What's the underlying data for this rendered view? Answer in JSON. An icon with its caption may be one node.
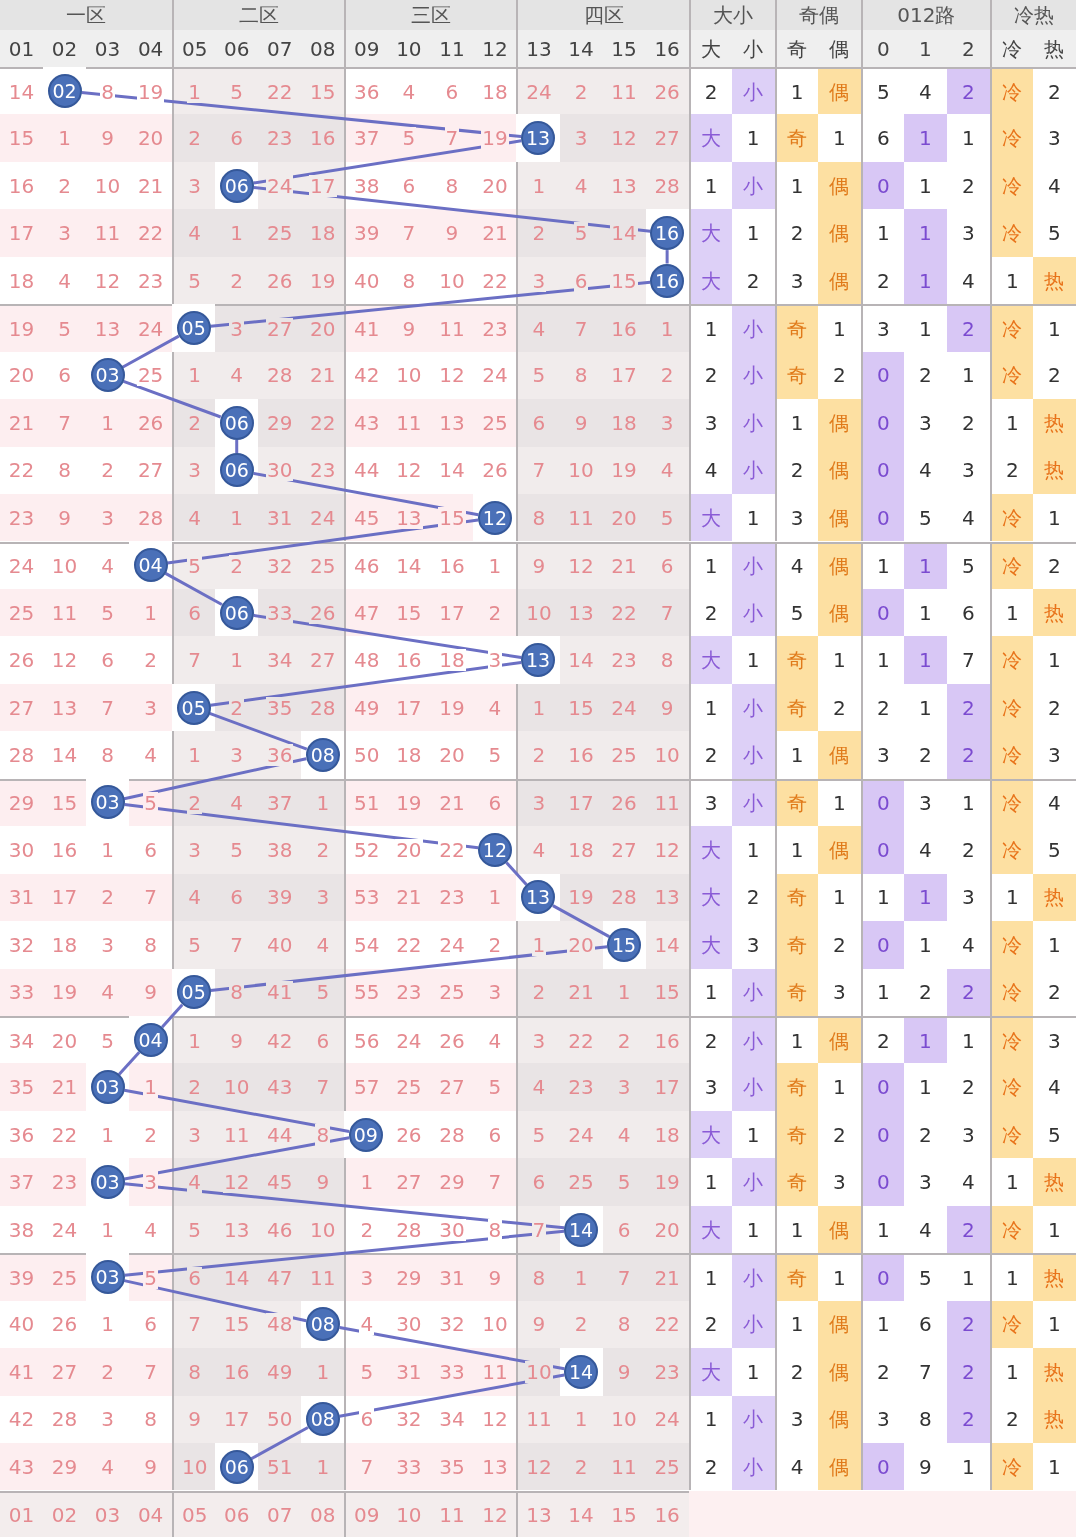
{
  "diagram": {
    "nodes": [
      {
        "text": [
          "02"
        ]
      },
      {
        "text": [
          "13"
        ]
      },
      {
        "text": [
          "06"
        ]
      },
      {
        "text": [
          "16"
        ]
      },
      {
        "text": [
          "16"
        ]
      },
      {
        "text": [
          "05"
        ]
      },
      {
        "text": [
          "03"
        ]
      },
      {
        "text": [
          "06"
        ]
      },
      {
        "text": [
          "06"
        ]
      },
      {
        "text": [
          "12"
        ]
      },
      {
        "text": [
          "04"
        ]
      },
      {
        "text": [
          "06"
        ]
      },
      {
        "text": [
          "13"
        ]
      },
      {
        "text": [
          "05"
        ]
      },
      {
        "text": [
          "08"
        ]
      },
      {
        "text": [
          "03"
        ]
      },
      {
        "text": [
          "12"
        ]
      },
      {
        "text": [
          "13"
        ]
      },
      {
        "text": [
          "15"
        ]
      },
      {
        "text": [
          "05"
        ]
      },
      {
        "text": [
          "04"
        ]
      },
      {
        "text": [
          "03"
        ]
      },
      {
        "text": [
          "09"
        ]
      },
      {
        "text": [
          "03"
        ]
      },
      {
        "text": [
          "14"
        ]
      },
      {
        "text": [
          "03"
        ]
      },
      {
        "text": [
          "08"
        ]
      },
      {
        "text": [
          "14"
        ]
      },
      {
        "text": [
          "08"
        ]
      },
      {
        "text": [
          "06"
        ]
      }
    ],
    "edges": [
      {
        "from": 0,
        "to": 1,
        "arrow": "none"
      },
      {
        "from": 1,
        "to": 2,
        "arrow": "none"
      },
      {
        "from": 2,
        "to": 3,
        "arrow": "none"
      },
      {
        "from": 3,
        "to": 4,
        "arrow": "none"
      },
      {
        "from": 4,
        "to": 5,
        "arrow": "none"
      },
      {
        "from": 5,
        "to": 6,
        "arrow": "none"
      },
      {
        "from": 6,
        "to": 7,
        "arrow": "none"
      },
      {
        "from": 7,
        "to": 8,
        "arrow": "none"
      },
      {
        "from": 8,
        "to": 9,
        "arrow": "none"
      },
      {
        "from": 9,
        "to": 10,
        "arrow": "none"
      },
      {
        "from": 10,
        "to": 11,
        "arrow": "none"
      },
      {
        "from": 11,
        "to": 12,
        "arrow": "none"
      },
      {
        "from": 12,
        "to": 13,
        "arrow": "none"
      },
      {
        "from": 13,
        "to": 14,
        "arrow": "none"
      },
      {
        "from": 14,
        "to": 15,
        "arrow": "none"
      },
      {
        "from": 15,
        "to": 16,
        "arrow": "none"
      },
      {
        "from": 16,
        "to": 17,
        "arrow": "none"
      },
      {
        "from": 17,
        "to": 18,
        "arrow": "none"
      },
      {
        "from": 18,
        "to": 19,
        "arrow": "none"
      },
      {
        "from": 19,
        "to": 20,
        "arrow": "none"
      },
      {
        "from": 20,
        "to": 21,
        "arrow": "none"
      },
      {
        "from": 21,
        "to": 22,
        "arrow": "none"
      },
      {
        "from": 22,
        "to": 23,
        "arrow": "none"
      },
      {
        "from": 23,
        "to": 24,
        "arrow": "none"
      },
      {
        "from": 24,
        "to": 25,
        "arrow": "none"
      },
      {
        "from": 25,
        "to": 26,
        "arrow": "none"
      },
      {
        "from": 26,
        "to": 27,
        "arrow": "none"
      },
      {
        "from": 27,
        "to": 28,
        "arrow": "none"
      },
      {
        "from": 28,
        "to": 29,
        "arrow": "none"
      }
    ],
    "labels": [
      "一区",
      "二区",
      "三区",
      "四区",
      "大小",
      "奇偶",
      "012路",
      "冷热",
      "01",
      "02",
      "03",
      "04",
      "05",
      "06",
      "07",
      "08",
      "09",
      "10",
      "11",
      "12",
      "13",
      "14",
      "15",
      "16",
      "大",
      "小",
      "奇",
      "偶",
      "0",
      "1",
      "2",
      "冷",
      "热",
      "14",
      "8",
      "19",
      "1",
      "5",
      "22",
      "15",
      "36",
      "4",
      "6",
      "18",
      "24",
      "2",
      "11",
      "26",
      "2",
      "小",
      "1",
      "偶",
      "5",
      "4",
      "2",
      "冷",
      "2",
      "15",
      "1",
      "9",
      "20",
      "2",
      "6",
      "23",
      "16",
      "37",
      "5",
      "7",
      "19",
      "3",
      "12",
      "27",
      "大",
      "1",
      "奇",
      "1",
      "6",
      "1",
      "1",
      "冷",
      "3",
      "16",
      "2",
      "10",
      "21",
      "3",
      "24",
      "17",
      "38",
      "6",
      "8",
      "20",
      "1",
      "4",
      "13",
      "28",
      "1",
      "小",
      "1",
      "偶",
      "0",
      "1",
      "2",
      "冷",
      "4",
      "17",
      "3",
      "11",
      "22",
      "4",
      "1",
      "25",
      "18",
      "39",
      "7",
      "9",
      "21",
      "2",
      "5",
      "14",
      "大",
      "1",
      "2",
      "偶",
      "1",
      "1",
      "3",
      "冷",
      "5",
      "18",
      "4",
      "12",
      "23",
      "5",
      "2",
      "26",
      "19",
      "40",
      "8",
      "10",
      "22",
      "3",
      "6",
      "15",
      "大",
      "2",
      "3",
      "偶",
      "2",
      "1",
      "4",
      "1",
      "热",
      "19",
      "5",
      "13",
      "24",
      "3",
      "27",
      "20",
      "41",
      "9",
      "11",
      "23",
      "4",
      "7",
      "16",
      "1",
      "1",
      "小",
      "奇",
      "1",
      "3",
      "1",
      "2",
      "冷",
      "1",
      "20",
      "6",
      "25",
      "1",
      "4",
      "28",
      "21",
      "42",
      "10",
      "12",
      "24",
      "5",
      "8",
      "17",
      "2",
      "2",
      "小",
      "奇",
      "2",
      "0",
      "2",
      "1",
      "冷",
      "2",
      "21",
      "7",
      "1",
      "26",
      "2",
      "29",
      "22",
      "43",
      "11",
      "13",
      "25",
      "6",
      "9",
      "18",
      "3",
      "3",
      "小",
      "1",
      "偶",
      "0",
      "3",
      "2",
      "1",
      "热",
      "22",
      "8",
      "2",
      "27",
      "3",
      "30",
      "23",
      "44",
      "12",
      "14",
      "26",
      "7",
      "10",
      "19",
      "4",
      "4",
      "小",
      "2",
      "偶",
      "0",
      "4",
      "3",
      "2",
      "热",
      "23",
      "9",
      "3",
      "28",
      "4",
      "1",
      "31",
      "24",
      "45",
      "13",
      "15",
      "8",
      "11",
      "20",
      "5",
      "大",
      "1",
      "3",
      "偶",
      "0",
      "5",
      "4",
      "冷",
      "1",
      "24",
      "10",
      "4",
      "5",
      "2",
      "32",
      "25",
      "46",
      "14",
      "16",
      "1",
      "9",
      "12",
      "21",
      "6",
      "1",
      "小",
      "4",
      "偶",
      "1",
      "1",
      "5",
      "冷",
      "2",
      "25",
      "11",
      "5",
      "1",
      "6",
      "33",
      "26",
      "47",
      "15",
      "17",
      "2",
      "10",
      "13",
      "22",
      "7",
      "2",
      "小",
      "5",
      "偶",
      "0",
      "1",
      "6",
      "1",
      "热",
      "26",
      "12",
      "6",
      "2",
      "7",
      "1",
      "34",
      "27",
      "48",
      "16",
      "18",
      "3",
      "14",
      "23",
      "8",
      "大",
      "1",
      "奇",
      "1",
      "1",
      "1",
      "7",
      "冷",
      "1",
      "27",
      "13",
      "7",
      "3",
      "2",
      "35",
      "28",
      "49",
      "17",
      "19",
      "4",
      "1",
      "15",
      "24",
      "9",
      "1",
      "小",
      "奇",
      "2",
      "2",
      "1",
      "2",
      "冷",
      "2",
      "28",
      "14",
      "8",
      "4",
      "1",
      "3",
      "36",
      "50",
      "18",
      "20",
      "5",
      "2",
      "16",
      "25",
      "10",
      "2",
      "小",
      "1",
      "偶",
      "3",
      "2",
      "2",
      "冷",
      "3",
      "29",
      "15",
      "5",
      "2",
      "4",
      "37",
      "1",
      "51",
      "19",
      "21",
      "6",
      "3",
      "17",
      "26",
      "11",
      "3",
      "小",
      "奇",
      "1",
      "0",
      "3",
      "1",
      "冷",
      "4",
      "30",
      "16",
      "1",
      "6",
      "3",
      "5",
      "38",
      "2",
      "52",
      "20",
      "22",
      "4",
      "18",
      "27",
      "12",
      "大",
      "1",
      "1",
      "偶",
      "0",
      "4",
      "2",
      "冷",
      "5",
      "31",
      "17",
      "2",
      "7",
      "4",
      "6",
      "39",
      "3",
      "53",
      "21",
      "23",
      "1",
      "19",
      "28",
      "13",
      "大",
      "2",
      "奇",
      "1",
      "1",
      "1",
      "3",
      "1",
      "热",
      "32",
      "18",
      "3",
      "8",
      "5",
      "7",
      "40",
      "4",
      "54",
      "22",
      "24",
      "2",
      "1",
      "20",
      "14",
      "大",
      "3",
      "奇",
      "2",
      "0",
      "1",
      "4",
      "冷",
      "1",
      "33",
      "19",
      "4",
      "9",
      "8",
      "41",
      "5",
      "55",
      "23",
      "25",
      "3",
      "2",
      "21",
      "1",
      "15",
      "1",
      "小",
      "奇",
      "3",
      "1",
      "2",
      "2",
      "冷",
      "2",
      "34",
      "20",
      "5",
      "1",
      "9",
      "42",
      "6",
      "56",
      "24",
      "26",
      "4",
      "3",
      "22",
      "2",
      "16",
      "2",
      "小",
      "1",
      "偶",
      "2",
      "1",
      "1",
      "冷",
      "3",
      "35",
      "21",
      "1",
      "2",
      "10",
      "43",
      "7",
      "57",
      "25",
      "27",
      "5",
      "4",
      "23",
      "3",
      "17",
      "3",
      "小",
      "奇",
      "1",
      "0",
      "1",
      "2",
      "冷",
      "4",
      "36",
      "22",
      "1",
      "2",
      "3",
      "11",
      "44",
      "8",
      "26",
      "28",
      "6",
      "5",
      "24",
      "4",
      "18",
      "大",
      "1",
      "奇",
      "2",
      "0",
      "2",
      "3",
      "冷",
      "5",
      "37",
      "23",
      "3",
      "4",
      "12",
      "45",
      "9",
      "1",
      "27",
      "29",
      "7",
      "6",
      "25",
      "5",
      "19",
      "1",
      "小",
      "奇",
      "3",
      "0",
      "3",
      "4",
      "1",
      "热",
      "38",
      "24",
      "1",
      "4",
      "5",
      "13",
      "46",
      "10",
      "2",
      "28",
      "30",
      "8",
      "7",
      "6",
      "20",
      "大",
      "1",
      "1",
      "偶",
      "1",
      "4",
      "2",
      "冷",
      "1",
      "39",
      "25",
      "5",
      "6",
      "14",
      "47",
      "11",
      "3",
      "29",
      "31",
      "9",
      "8",
      "1",
      "7",
      "21",
      "1",
      "小",
      "奇",
      "1",
      "0",
      "5",
      "1",
      "1",
      "热",
      "40",
      "26",
      "1",
      "6",
      "7",
      "15",
      "48",
      "4",
      "30",
      "32",
      "10",
      "9",
      "2",
      "8",
      "22",
      "2",
      "小",
      "1",
      "偶",
      "1",
      "6",
      "2",
      "冷",
      "1",
      "41",
      "27",
      "2",
      "7",
      "8",
      "16",
      "49",
      "1",
      "5",
      "31",
      "33",
      "11",
      "10",
      "9",
      "23",
      "大",
      "1",
      "2",
      "偶",
      "2",
      "7",
      "2",
      "1",
      "热",
      "42",
      "28",
      "3",
      "8",
      "9",
      "17",
      "50",
      "6",
      "32",
      "34",
      "12",
      "11",
      "1",
      "10",
      "24",
      "1",
      "小",
      "3",
      "偶",
      "3",
      "8",
      "2",
      "2",
      "热",
      "43",
      "29",
      "4",
      "9",
      "10",
      "51",
      "1",
      "7",
      "33",
      "35",
      "13",
      "12",
      "2",
      "11",
      "25",
      "2",
      "小",
      "4",
      "偶",
      "0",
      "9",
      "1",
      "冷",
      "1",
      "01",
      "02",
      "03",
      "04",
      "05",
      "06",
      "07",
      "08",
      "09",
      "10",
      "11",
      "12",
      "13",
      "14",
      "15",
      "16"
    ]
  }
}
